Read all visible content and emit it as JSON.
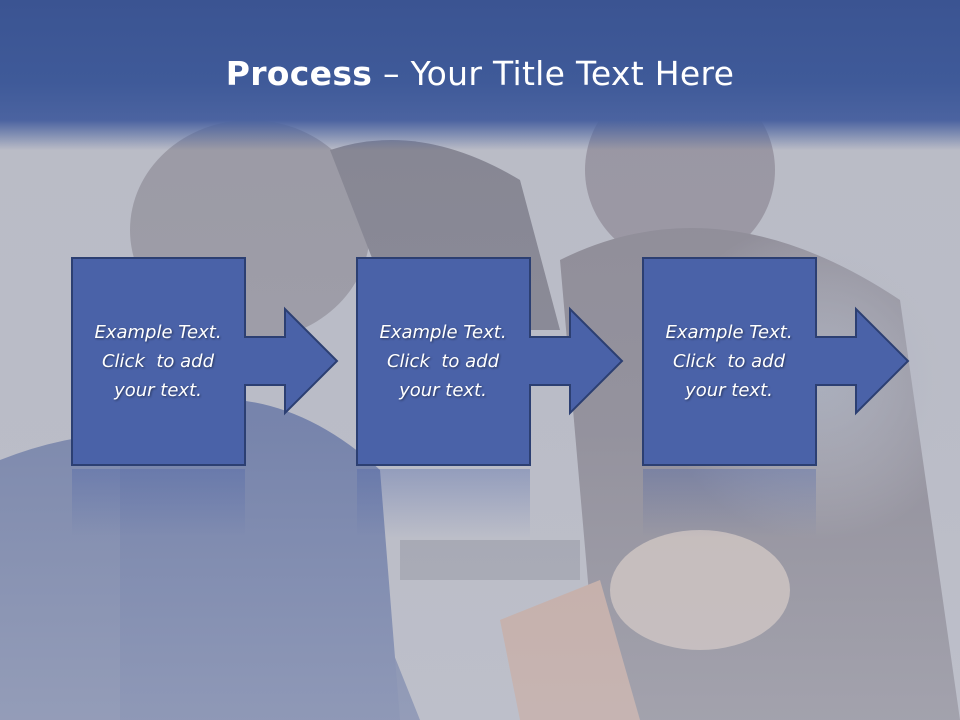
{
  "slide": {
    "title_bold": "Process",
    "title_rest": " – Your Title Text Here"
  },
  "steps": [
    {
      "line1": "Example Text.",
      "line2": "Click  to add",
      "line3": "your text."
    },
    {
      "line1": "Example Text.",
      "line2": "Click  to add",
      "line3": "your text."
    },
    {
      "line1": "Example Text.",
      "line2": "Click  to add",
      "line3": "your text."
    }
  ],
  "colors": {
    "header": "#3f5a99",
    "box_fill": "#4a62a8",
    "box_border": "#2c3f72",
    "text": "#ffffff"
  }
}
